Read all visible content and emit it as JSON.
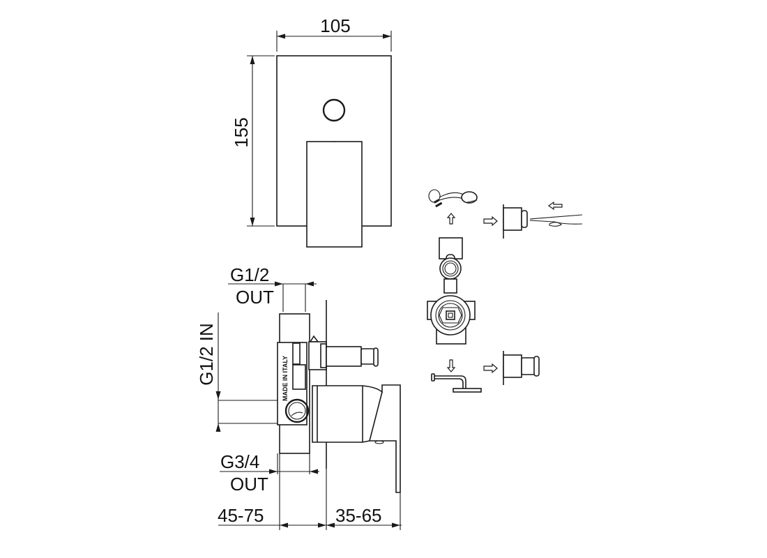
{
  "drawing": {
    "title": "Concealed shower diverter mixer - technical drawing",
    "front_view": {
      "width_dim": "105",
      "height_dim": "155"
    },
    "side_view": {
      "outlet_top_label_1": "G1/2",
      "outlet_top_label_2": "OUT",
      "inlet_label": "G1/2 IN",
      "outlet_bottom_label_1": "G3/4",
      "outlet_bottom_label_2": "OUT",
      "depth_left_dim": "45-75",
      "depth_right_dim": "35-65",
      "body_marking": "MADE IN ITALY"
    },
    "diverter_diagram": {
      "top_outlet": "hand-shower",
      "bottom_outlet": "overhead-shower",
      "top_action": "pull-button",
      "bottom_action": "push-button"
    },
    "colors": {
      "line": "#1a1a1a",
      "background": "#ffffff"
    }
  }
}
